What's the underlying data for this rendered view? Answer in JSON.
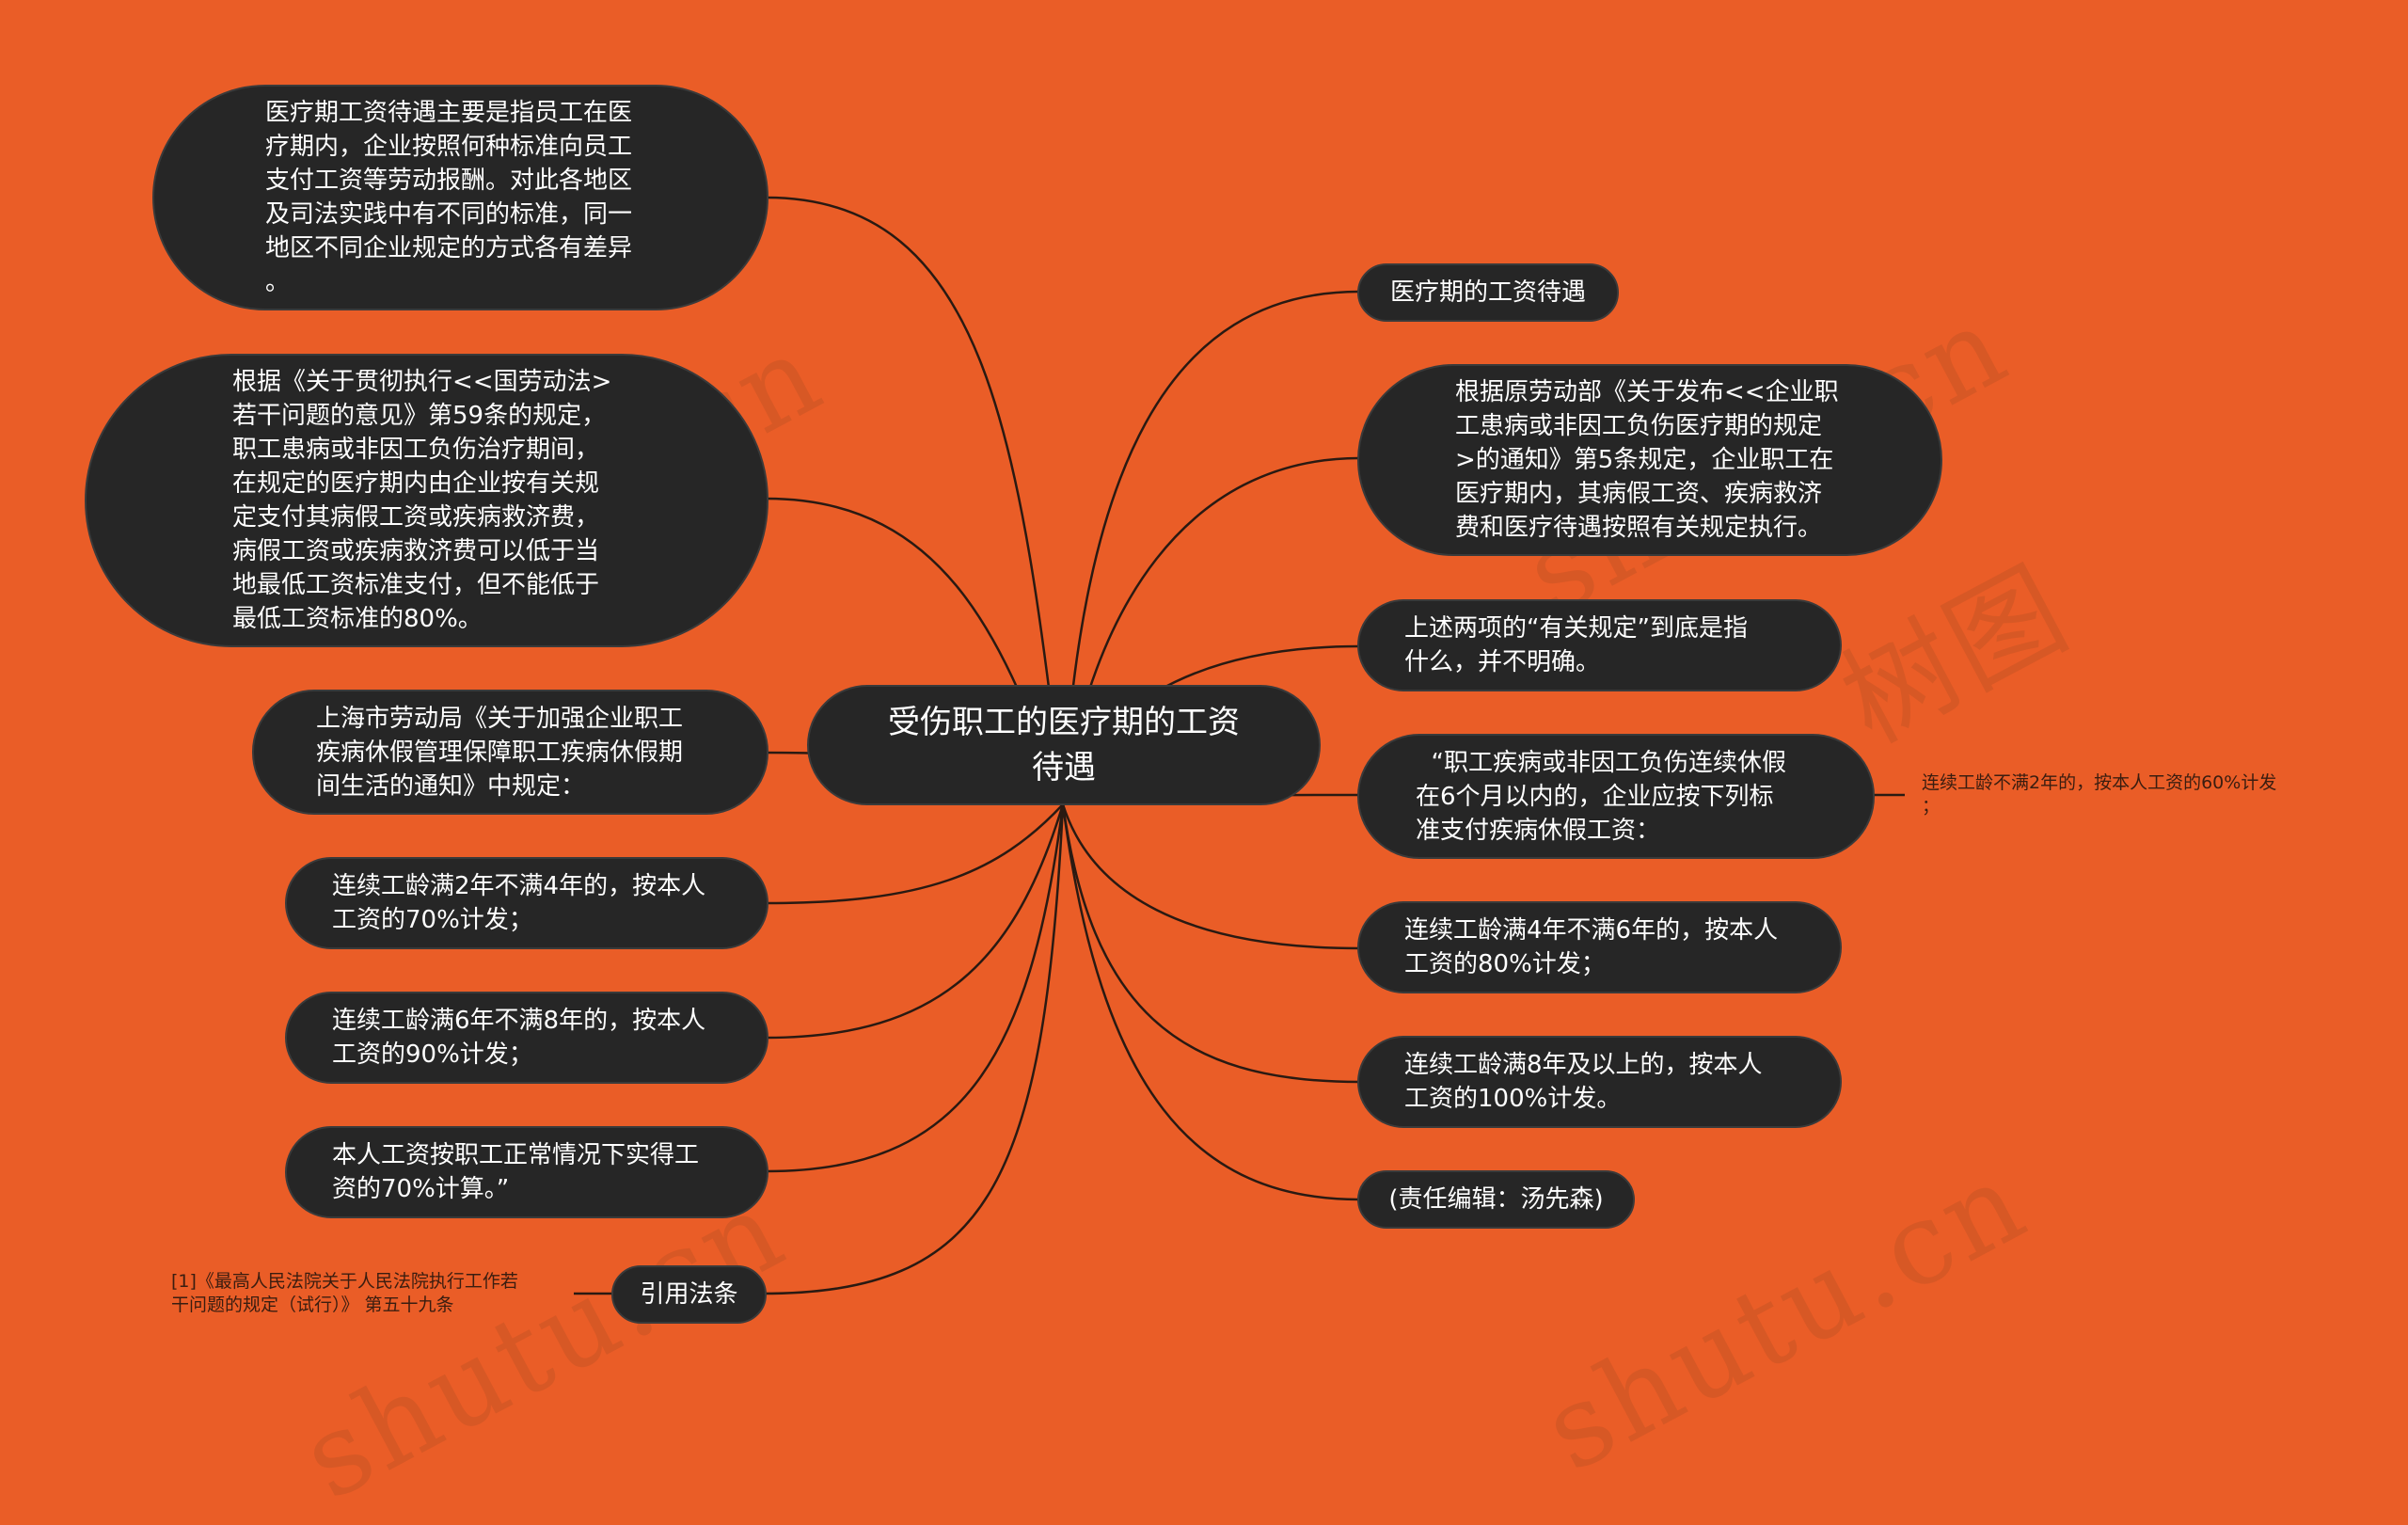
{
  "center": "受伤职工的医疗期的工资\n待遇",
  "left_nodes": [
    "医疗期工资待遇主要是指员工在医\n疗期内，企业按照何种标准向员工\n支付工资等劳动报酬。对此各地区\n及司法实践中有不同的标准，同一\n地区不同企业规定的方式各有差异\n。",
    "根据《关于贯彻执行<<国劳动法>\n若干问题的意见》第59条的规定，\n职工患病或非因工负伤治疗期间，\n在规定的医疗期内由企业按有关规\n定支付其病假工资或疾病救济费，\n病假工资或疾病救济费可以低于当\n地最低工资标准支付，但不能低于\n最低工资标准的80%。",
    "上海市劳动局《关于加强企业职工\n疾病休假管理保障职工疾病休假期\n间生活的通知》中规定：",
    "连续工龄满2年不满4年的，按本人\n工资的70%计发；",
    "连续工龄满6年不满8年的，按本人\n工资的90%计发；",
    "本人工资按职工正常情况下实得工\n资的70%计算。”",
    "引用法条"
  ],
  "right_nodes": [
    "医疗期的工资待遇",
    "根据原劳动部《关于发布<<企业职\n工患病或非因工负伤医疗期的规定\n>的通知》第5条规定，企业职工在\n医疗期内，其病假工资、疾病救济\n费和医疗待遇按照有关规定执行。",
    "上述两项的“有关规定”到底是指\n什么，并不明确。",
    "  “职工疾病或非因工负伤连续休假\n在6个月以内的，企业应按下列标\n准支付疾病休假工资：",
    "连续工龄满4年不满6年的，按本人\n工资的80%计发；",
    "连续工龄满8年及以上的，按本人\n工资的100%计发。",
    "(责任编辑：汤先森)"
  ],
  "annotations": {
    "right": "连续工龄不满2年的，按本人工资的60%计发\n；",
    "left": "[1]《最高人民法院关于人民法院执行工作若\n干问题的规定（试行）》 第五十九条"
  },
  "watermarks": [
    "shutu.cn",
    "shutu.cn",
    "shutu.cn",
    "shutu.cn",
    "树图"
  ],
  "colors": {
    "background": "#ea5d27",
    "node": "#262626",
    "node_text": "#ffffff",
    "edge": "#2a1a12"
  }
}
